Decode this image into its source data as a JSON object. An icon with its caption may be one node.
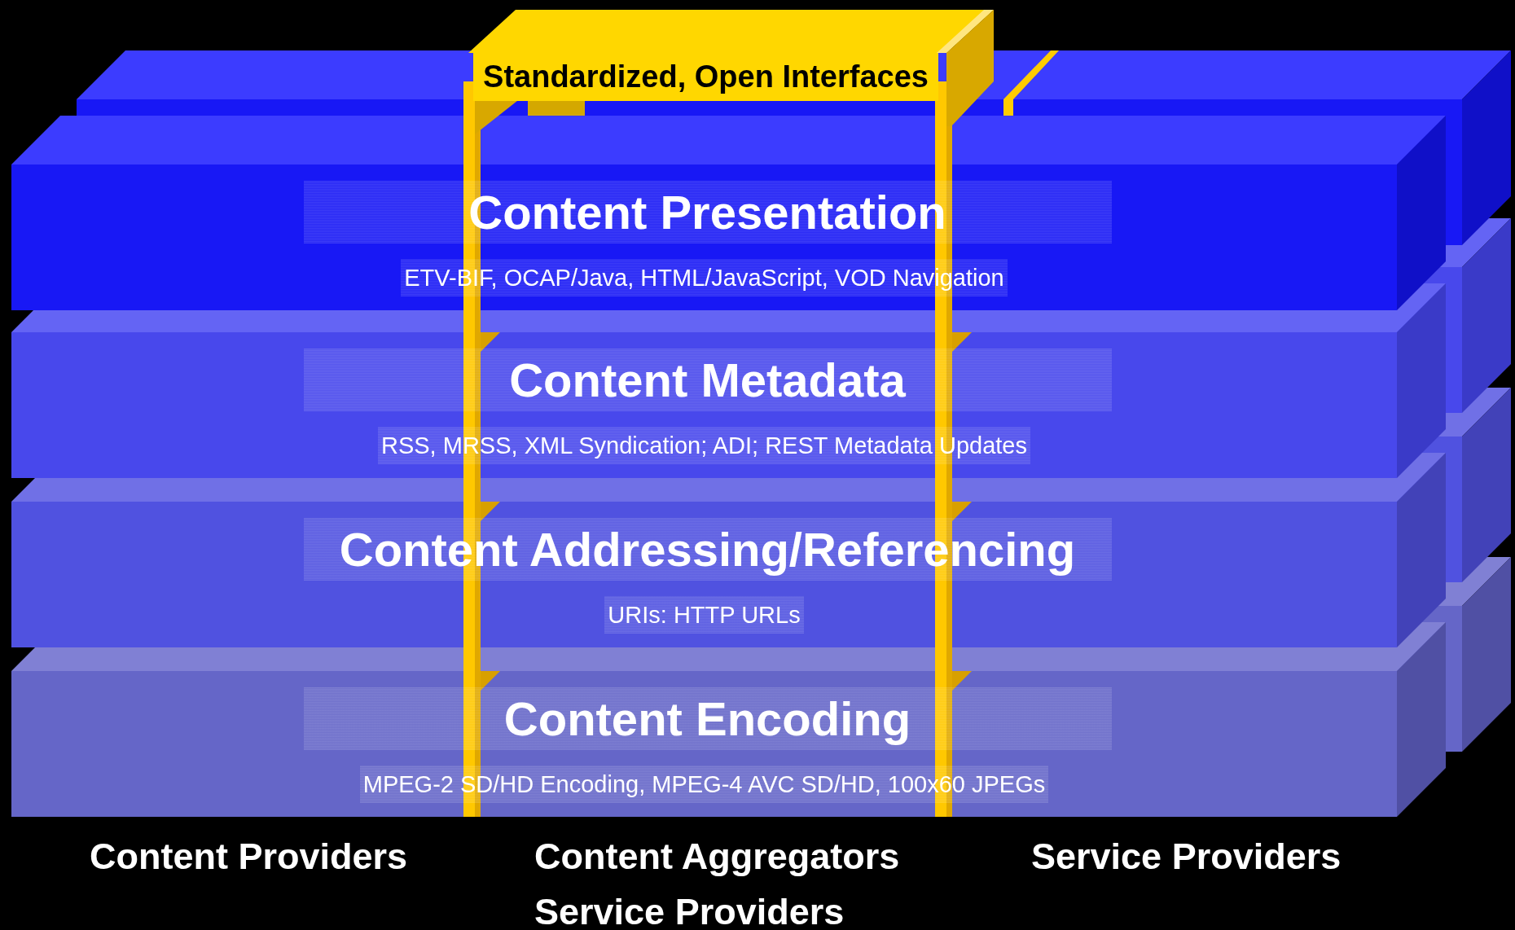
{
  "diagram": {
    "nodes": [
      {
        "text": [
          "Standardized, Open Interfaces"
        ]
      },
      {
        "text": [
          "Content Presentation",
          "ETV-BIF, OCAP/Java, HTML/JavaScript, VOD Navigation"
        ]
      },
      {
        "text": [
          "Content Metadata",
          "RSS, MRSS, XML Syndication; ADI; REST Metadata Updates"
        ]
      },
      {
        "text": [
          "Content Addressing/Referencing",
          "URIs: HTTP URLs"
        ]
      },
      {
        "text": [
          "Content Encoding",
          "MPEG-2 SD/HD Encoding, MPEG-4 AVC SD/HD, 100x60 JPEGs"
        ]
      }
    ],
    "edges": [],
    "labels": [
      "Content Providers",
      "Content Aggregators Service Providers",
      "Service Providers"
    ]
  }
}
